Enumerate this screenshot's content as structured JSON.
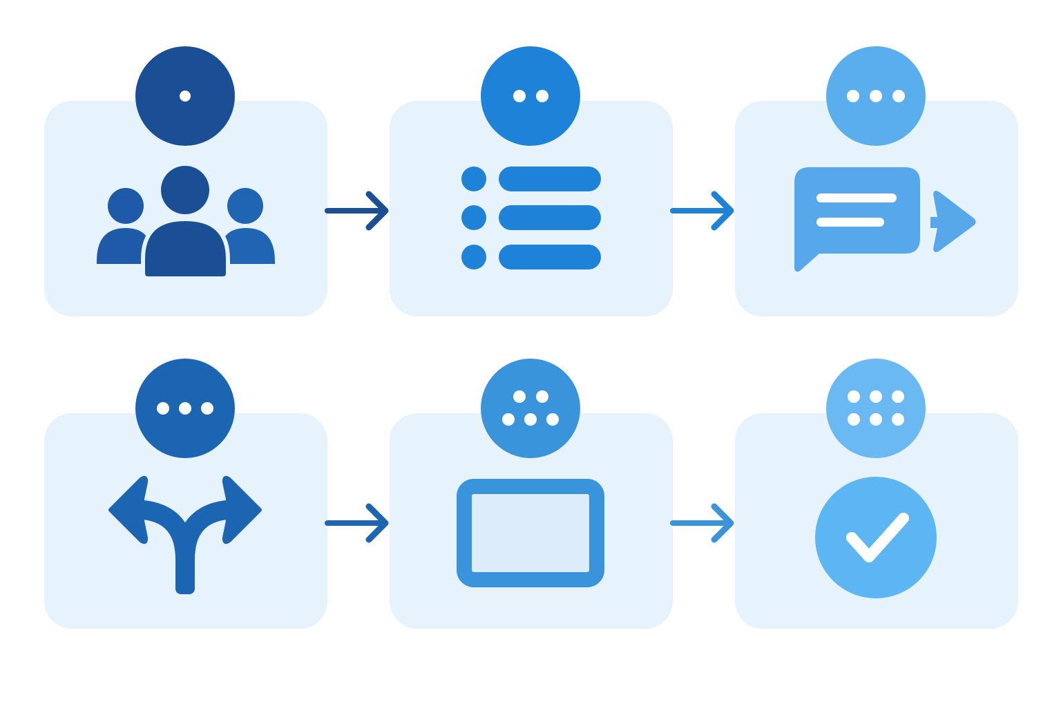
{
  "diagram": {
    "steps": [
      {
        "id": "step-1-team",
        "badge_dots": 1,
        "icon": "people-group-icon",
        "accent": "#1a4f96"
      },
      {
        "id": "step-2-list",
        "badge_dots": 2,
        "icon": "list-icon",
        "accent": "#1e82d8"
      },
      {
        "id": "step-3-message",
        "badge_dots": 3,
        "icon": "chat-send-icon",
        "accent": "#5aaeee"
      },
      {
        "id": "step-4-branch",
        "badge_dots": 3,
        "icon": "split-arrows-icon",
        "accent": "#1b65b2"
      },
      {
        "id": "step-5-panel",
        "badge_dots": 5,
        "icon": "frame-icon",
        "accent": "#3a94dc"
      },
      {
        "id": "step-6-done",
        "badge_dots": 6,
        "icon": "check-circle-icon",
        "accent": "#6bb9f3"
      }
    ],
    "connectors": [
      {
        "from": "step-1-team",
        "to": "step-2-list",
        "icon": "arrow-right-icon"
      },
      {
        "from": "step-2-list",
        "to": "step-3-message",
        "icon": "arrow-right-icon"
      },
      {
        "from": "step-4-branch",
        "to": "step-5-panel",
        "icon": "arrow-right-icon"
      },
      {
        "from": "step-5-panel",
        "to": "step-6-done",
        "icon": "arrow-right-icon"
      }
    ],
    "colors": {
      "card_fill": "#e6f2fc",
      "page_background": "#ffffff",
      "inner_frame_fill": "#dcecfa"
    }
  }
}
